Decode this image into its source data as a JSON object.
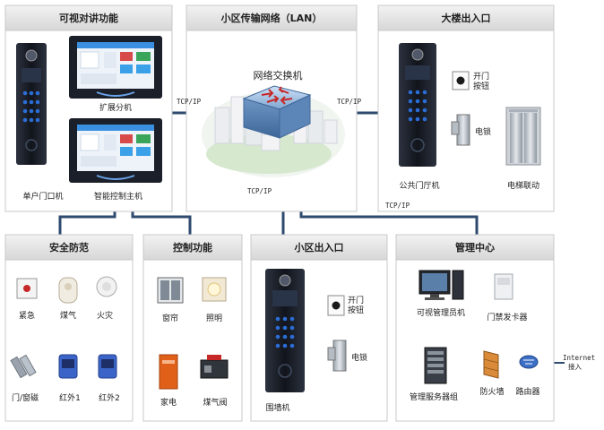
{
  "diagram": {
    "panels": {
      "intercom": "可视对讲功能",
      "lan": "小区传输网络（LAN）",
      "lobby": "大楼出入口",
      "security": "安全防范",
      "control": "控制功能",
      "gate": "小区出入口",
      "mgmt": "管理中心"
    },
    "labels": {
      "switch": "网络交换机",
      "ext_unit": "扩展分机",
      "smart_host": "智能控制主机",
      "door_station": "单户门口机",
      "tcpip_left": "TCP/IP",
      "tcpip_right": "TCP/IP",
      "tcpip_lan_bottom": "TCP/IP",
      "tcpip_lobby_bottom": "TCP/IP",
      "lobby_unlock": "开门\n按钮",
      "lobby_lock": "电锁",
      "lobby_station": "公共门厅机",
      "elevator": "电梯联动",
      "emergency": "紧急",
      "gas": "煤气",
      "fire": "火灾",
      "door_window": "门/窗磁",
      "ir1": "红外1",
      "ir2": "红外2",
      "curtain": "窗帘",
      "lighting": "照明",
      "appliance": "家电",
      "gas_valve": "煤气阀",
      "gate_unlock": "开门\n按钮",
      "gate_lock": "电锁",
      "wall_unit": "围墙机",
      "mgmt_pc": "可视管理员机",
      "card_issuer": "门禁发卡器",
      "server": "管理服务器组",
      "firewall": "防火墙",
      "router": "路由器",
      "internet": "Internet\n接入"
    },
    "colors": {
      "line": "#2e4a6e",
      "panel_border": "#c8c8c8",
      "panel_header": "#e2e2e2",
      "device_dark": "#1b1f29",
      "key_blue": "#2b6dd6",
      "screen_blue": "#3a8fe0"
    }
  }
}
